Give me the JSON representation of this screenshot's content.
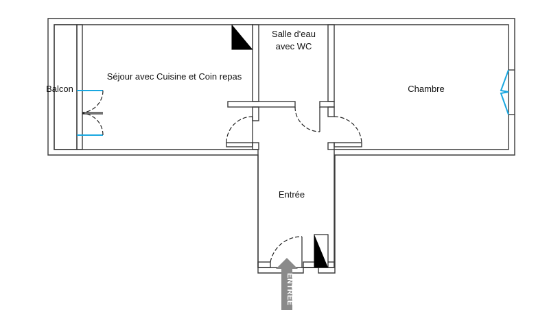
{
  "plan": {
    "rooms": {
      "balcon": "Balcon",
      "sejour": "Séjour avec Cuisine et Coin repas",
      "salle_eau_line1": "Salle d'eau",
      "salle_eau_line2": "avec WC",
      "chambre": "Chambre",
      "entree": "Entrée"
    },
    "entry_arrow_label": "ENTRÉE"
  },
  "colors": {
    "walls": "#3a3a3a",
    "windows": "#19a7e0",
    "entry_arrow": "#8a8a8a",
    "fixture": "#000000"
  },
  "icons": [
    "shaft-icon",
    "door-icon",
    "window-icon",
    "entry-arrow-icon"
  ]
}
